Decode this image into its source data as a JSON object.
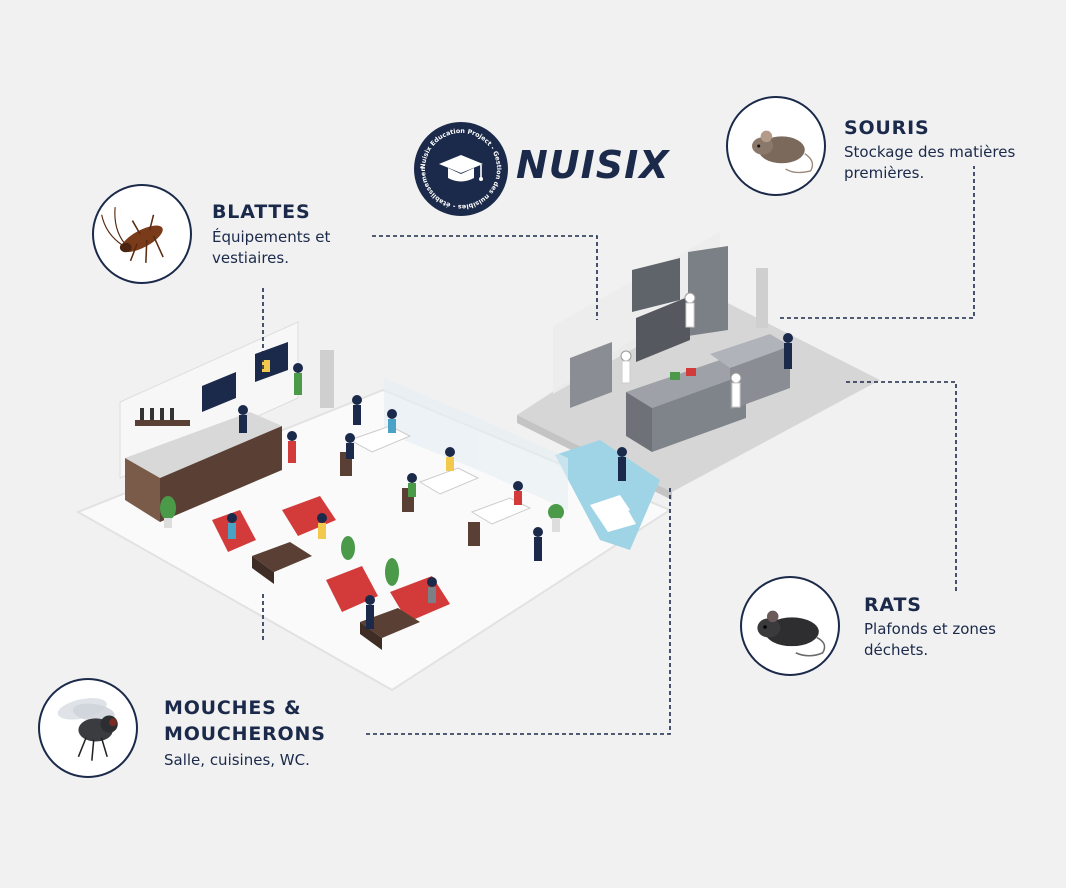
{
  "logo": {
    "name": "NUISIX",
    "badge_text": "Nuisix Education Project - Gestion des nuisibles - établissements scolaires -"
  },
  "pests": {
    "blattes": {
      "title": "BLATTES",
      "desc_line1": "Équipements et",
      "desc_line2": "vestiaires.",
      "icon": "cockroach-icon"
    },
    "souris": {
      "title": "SOURIS",
      "desc_line1": "Stockage des matières",
      "desc_line2": "premières.",
      "icon": "mouse-icon"
    },
    "rats": {
      "title": "RATS",
      "desc_line1": "Plafonds et zones",
      "desc_line2": "déchets.",
      "icon": "rat-icon"
    },
    "mouches": {
      "title_line1": "MOUCHES &",
      "title_line2": "MOUCHERONS",
      "desc_line1": "Salle, cuisines, WC.",
      "icon": "fly-icon"
    }
  },
  "colors": {
    "navy": "#1b2a4a",
    "background": "#f1f1f1",
    "chair_red": "#d33a3a",
    "water": "#9fd3e6"
  }
}
